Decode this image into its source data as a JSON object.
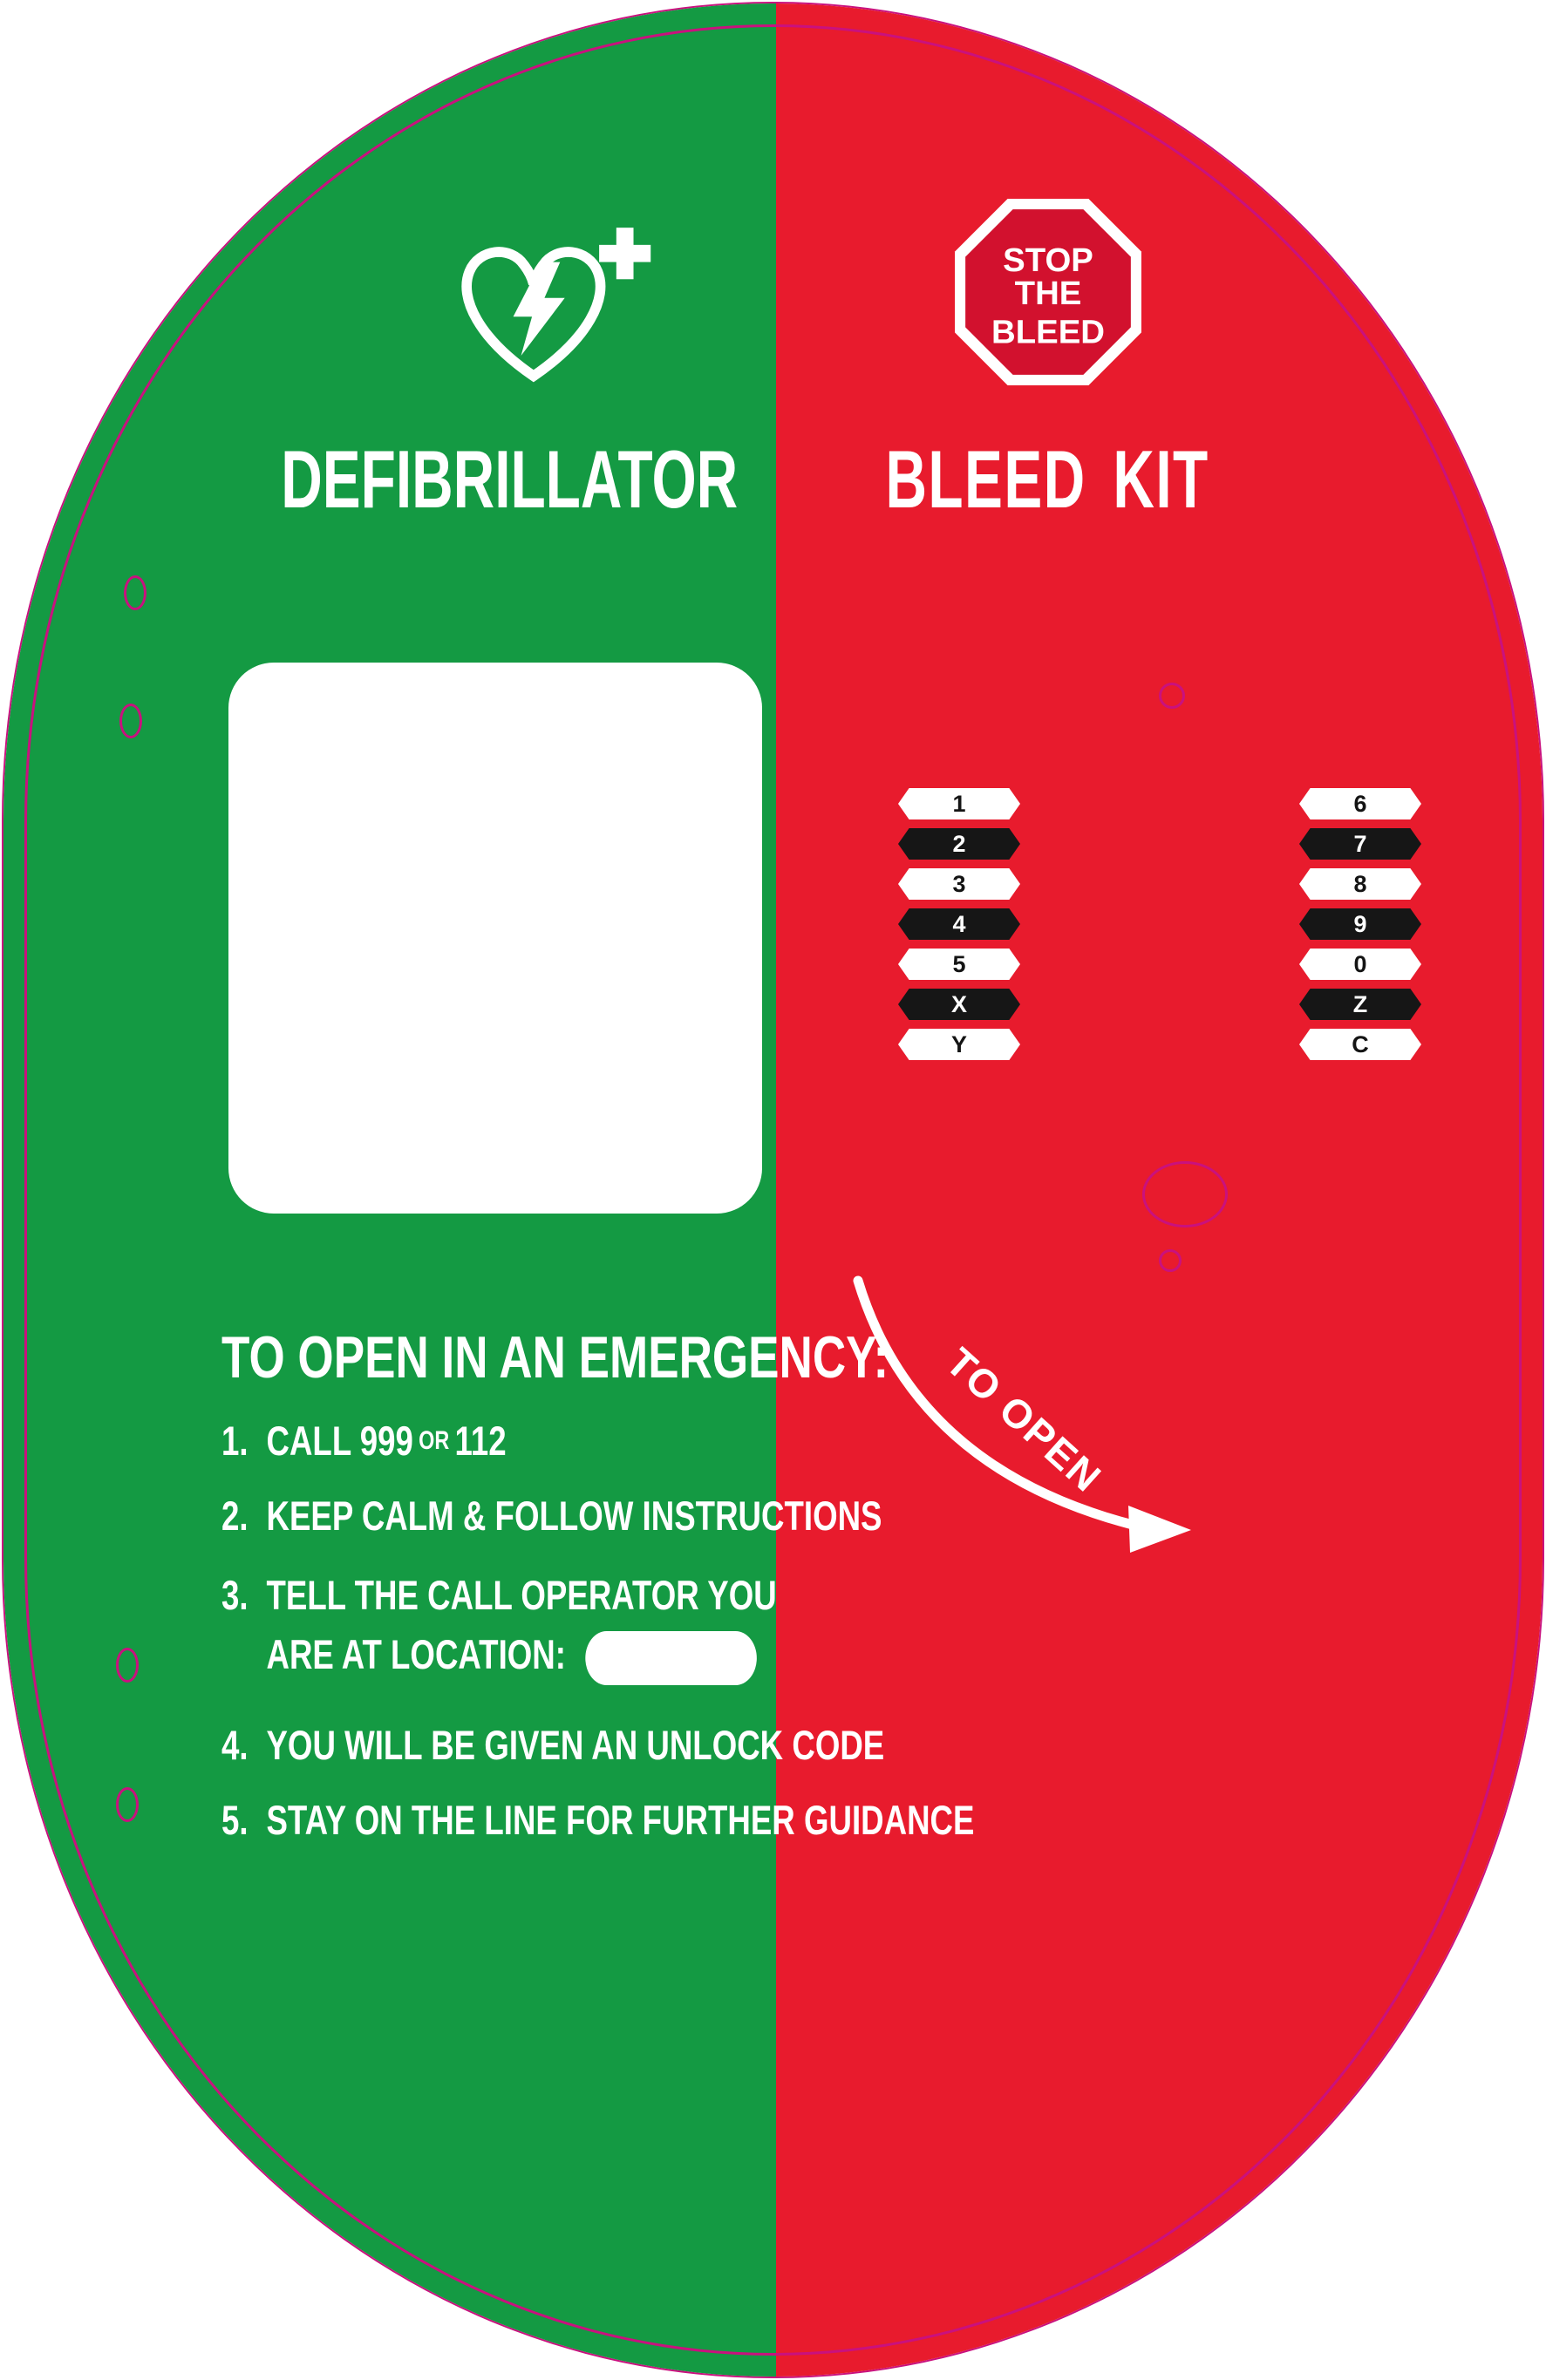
{
  "colors": {
    "green": "#149A43",
    "red": "#E81B2D",
    "octagon_red": "#D2112E",
    "magenta_cutline": "#C9117E",
    "key_dark": "#161616"
  },
  "defib_panel": {
    "title": "DEFIBRILLATOR"
  },
  "bleed_panel": {
    "logo": {
      "line1": "STOP",
      "line2": "THE",
      "line3": "BLEED"
    },
    "title": "BLEED KIT",
    "keypad_left": [
      "1",
      "2",
      "3",
      "4",
      "5",
      "X",
      "Y"
    ],
    "keypad_right": [
      "6",
      "7",
      "8",
      "9",
      "0",
      "Z",
      "C"
    ]
  },
  "instructions": {
    "heading": "TO OPEN IN AN EMERGENCY:",
    "step1": {
      "num": "1.",
      "pre": "CALL 999",
      "small": "OR",
      "post": "112"
    },
    "step2": {
      "num": "2.",
      "text": "KEEP CALM & FOLLOW INSTRUCTIONS"
    },
    "step3": {
      "num": "3.",
      "line1": "TELL THE CALL OPERATOR YOU",
      "line2": "ARE AT LOCATION:"
    },
    "step4": {
      "num": "4.",
      "text": "YOU WILL BE GIVEN AN UNLOCK CODE"
    },
    "step5": {
      "num": "5.",
      "text": "STAY ON THE LINE FOR FURTHER GUIDANCE"
    }
  },
  "arrow": {
    "label": "TO OPEN"
  }
}
